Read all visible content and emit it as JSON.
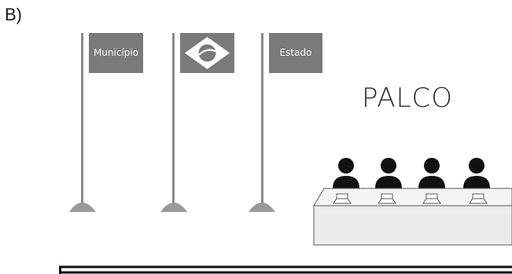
{
  "option_label": "B)",
  "flags": {
    "left_label": "Município",
    "center_emblem": "national-flag-emblem",
    "right_label": "Estado"
  },
  "stage": {
    "title": "PALCO",
    "seat_count": 4
  },
  "colors": {
    "flag_fill": "#7a7a7a",
    "pole": "#8a8a8a",
    "base": "#999999",
    "person": "#111111",
    "table_fill": "#ececec",
    "table_stroke": "#5a5a5a"
  }
}
